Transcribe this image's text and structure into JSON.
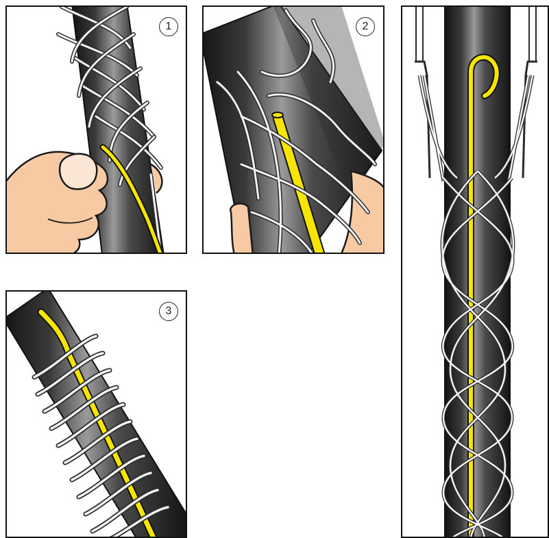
{
  "panels": [
    {
      "id": "step-1",
      "badge": "1"
    },
    {
      "id": "step-2",
      "badge": "2"
    },
    {
      "id": "step-3",
      "badge": "3"
    },
    {
      "id": "result",
      "badge": ""
    }
  ],
  "colors": {
    "cable_dark": "#1b1b1b",
    "cable_mid": "#4a4a4a",
    "cable_highlight": "#a6a6a6",
    "mesh_wire": "#f2f2f2",
    "mesh_outline": "#2a2a2a",
    "tracer_yellow": "#f6e500",
    "skin": "#f7caa4",
    "skin_outline": "#1a1a1a",
    "frame": "#111111"
  },
  "icons": [
    "cable-icon",
    "wire-mesh-grip-icon",
    "yellow-pull-line-icon",
    "hand-icon",
    "hook-icon"
  ]
}
